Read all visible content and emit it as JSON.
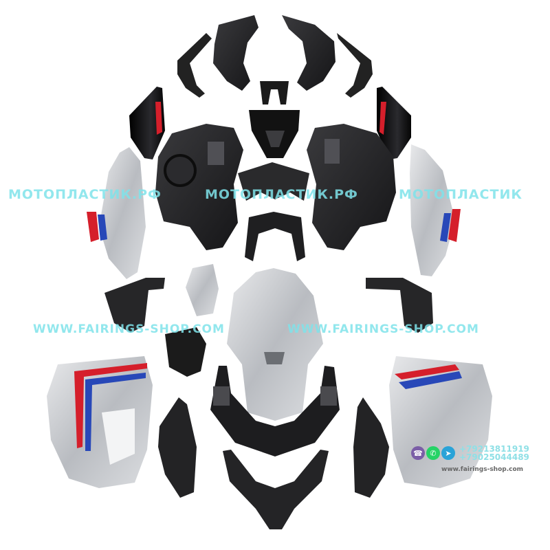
{
  "watermarks": {
    "ru": [
      "МОТОПЛАСТИК.РФ",
      "МОТОПЛАСТИК.РФ",
      "МОТОПЛАСТИК"
    ],
    "en": [
      "WWW.FAIRINGS-SHOP.COM",
      "WWW.FAIRINGS-SHOP.COM"
    ]
  },
  "contact": {
    "phone_1": "+79213811919",
    "phone_2": "+79025044489",
    "website": "www.fairings-shop.com",
    "icons": [
      "viber-icon",
      "whatsapp-icon",
      "telegram-icon"
    ]
  },
  "colors": {
    "background": "#ffffff",
    "part_black": "#1c1c1e",
    "part_gloss_black": "#0b0b0d",
    "part_silver": "#c9cbcf",
    "stripe_red": "#d51f2b",
    "stripe_blue": "#2848b8",
    "watermark": "#7fe3ea"
  }
}
